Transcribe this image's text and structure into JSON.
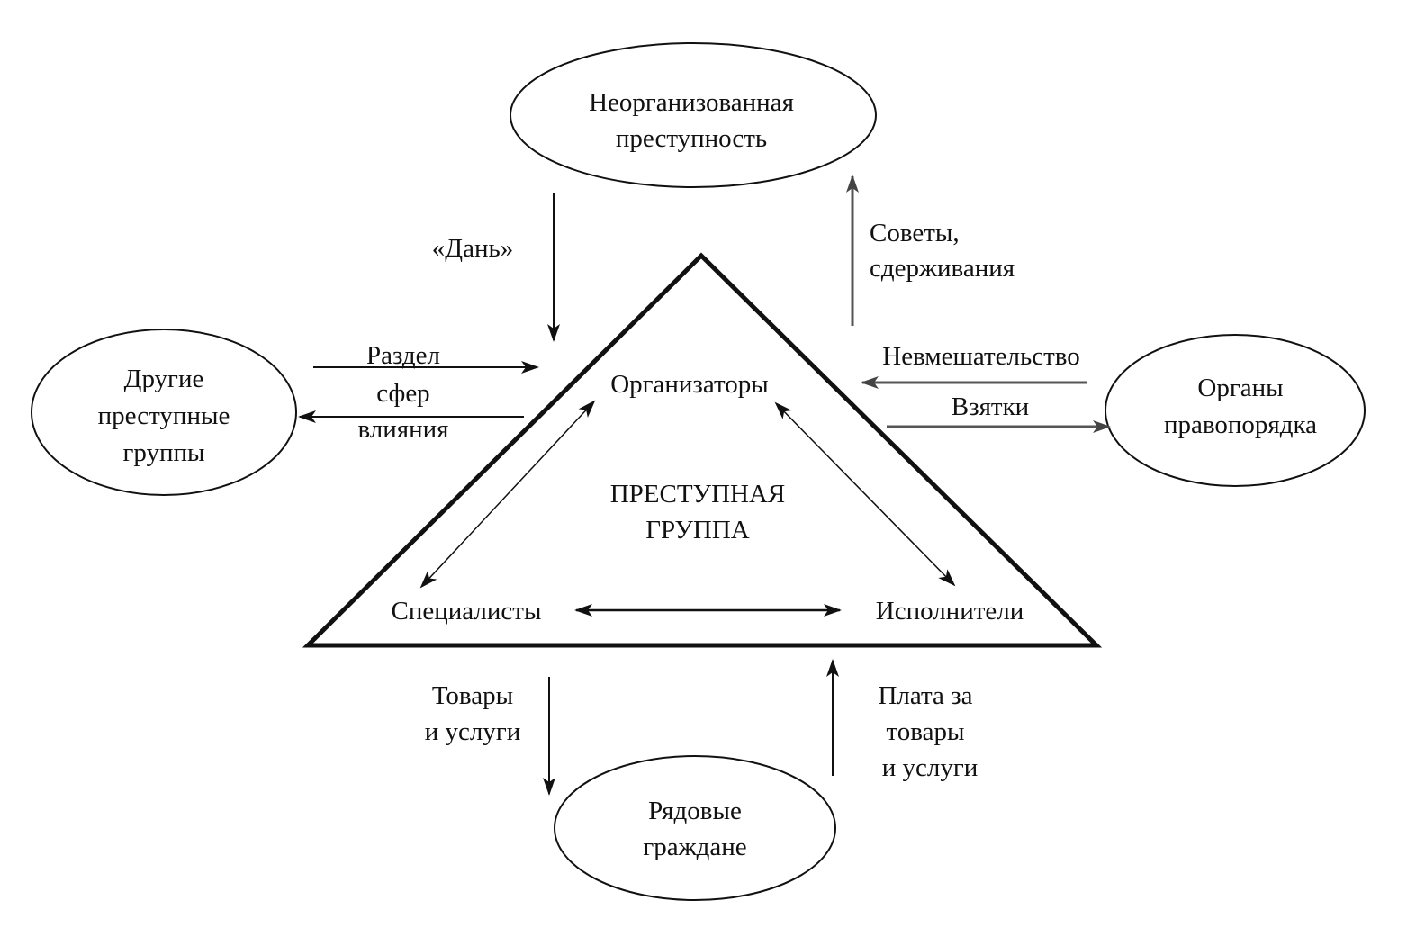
{
  "nodes": {
    "unorganized": [
      "Неорганизованная",
      "преступность"
    ],
    "other_groups": [
      "Другие",
      "преступные",
      "группы"
    ],
    "law_enforcement": [
      "Органы",
      "правопорядка"
    ],
    "citizens": [
      "Рядовые",
      "граждане"
    ],
    "crime_group": [
      "ПРЕСТУПНАЯ",
      "ГРУППА"
    ],
    "organizers": "Организаторы",
    "specialists": "Специалисты",
    "executors": "Исполнители"
  },
  "edges": {
    "tribute": "«Дань»",
    "advice": [
      "Советы,",
      "сдерживания"
    ],
    "spheres": [
      "Раздел",
      "сфер",
      "влияния"
    ],
    "non_interference": "Невмешательство",
    "bribes": "Взятки",
    "goods": [
      "Товары",
      "и услуги"
    ],
    "payment": [
      "Плата за",
      "товары",
      "и услуги"
    ]
  },
  "colors": {
    "line": "#111111",
    "gray_line": "#555555"
  }
}
